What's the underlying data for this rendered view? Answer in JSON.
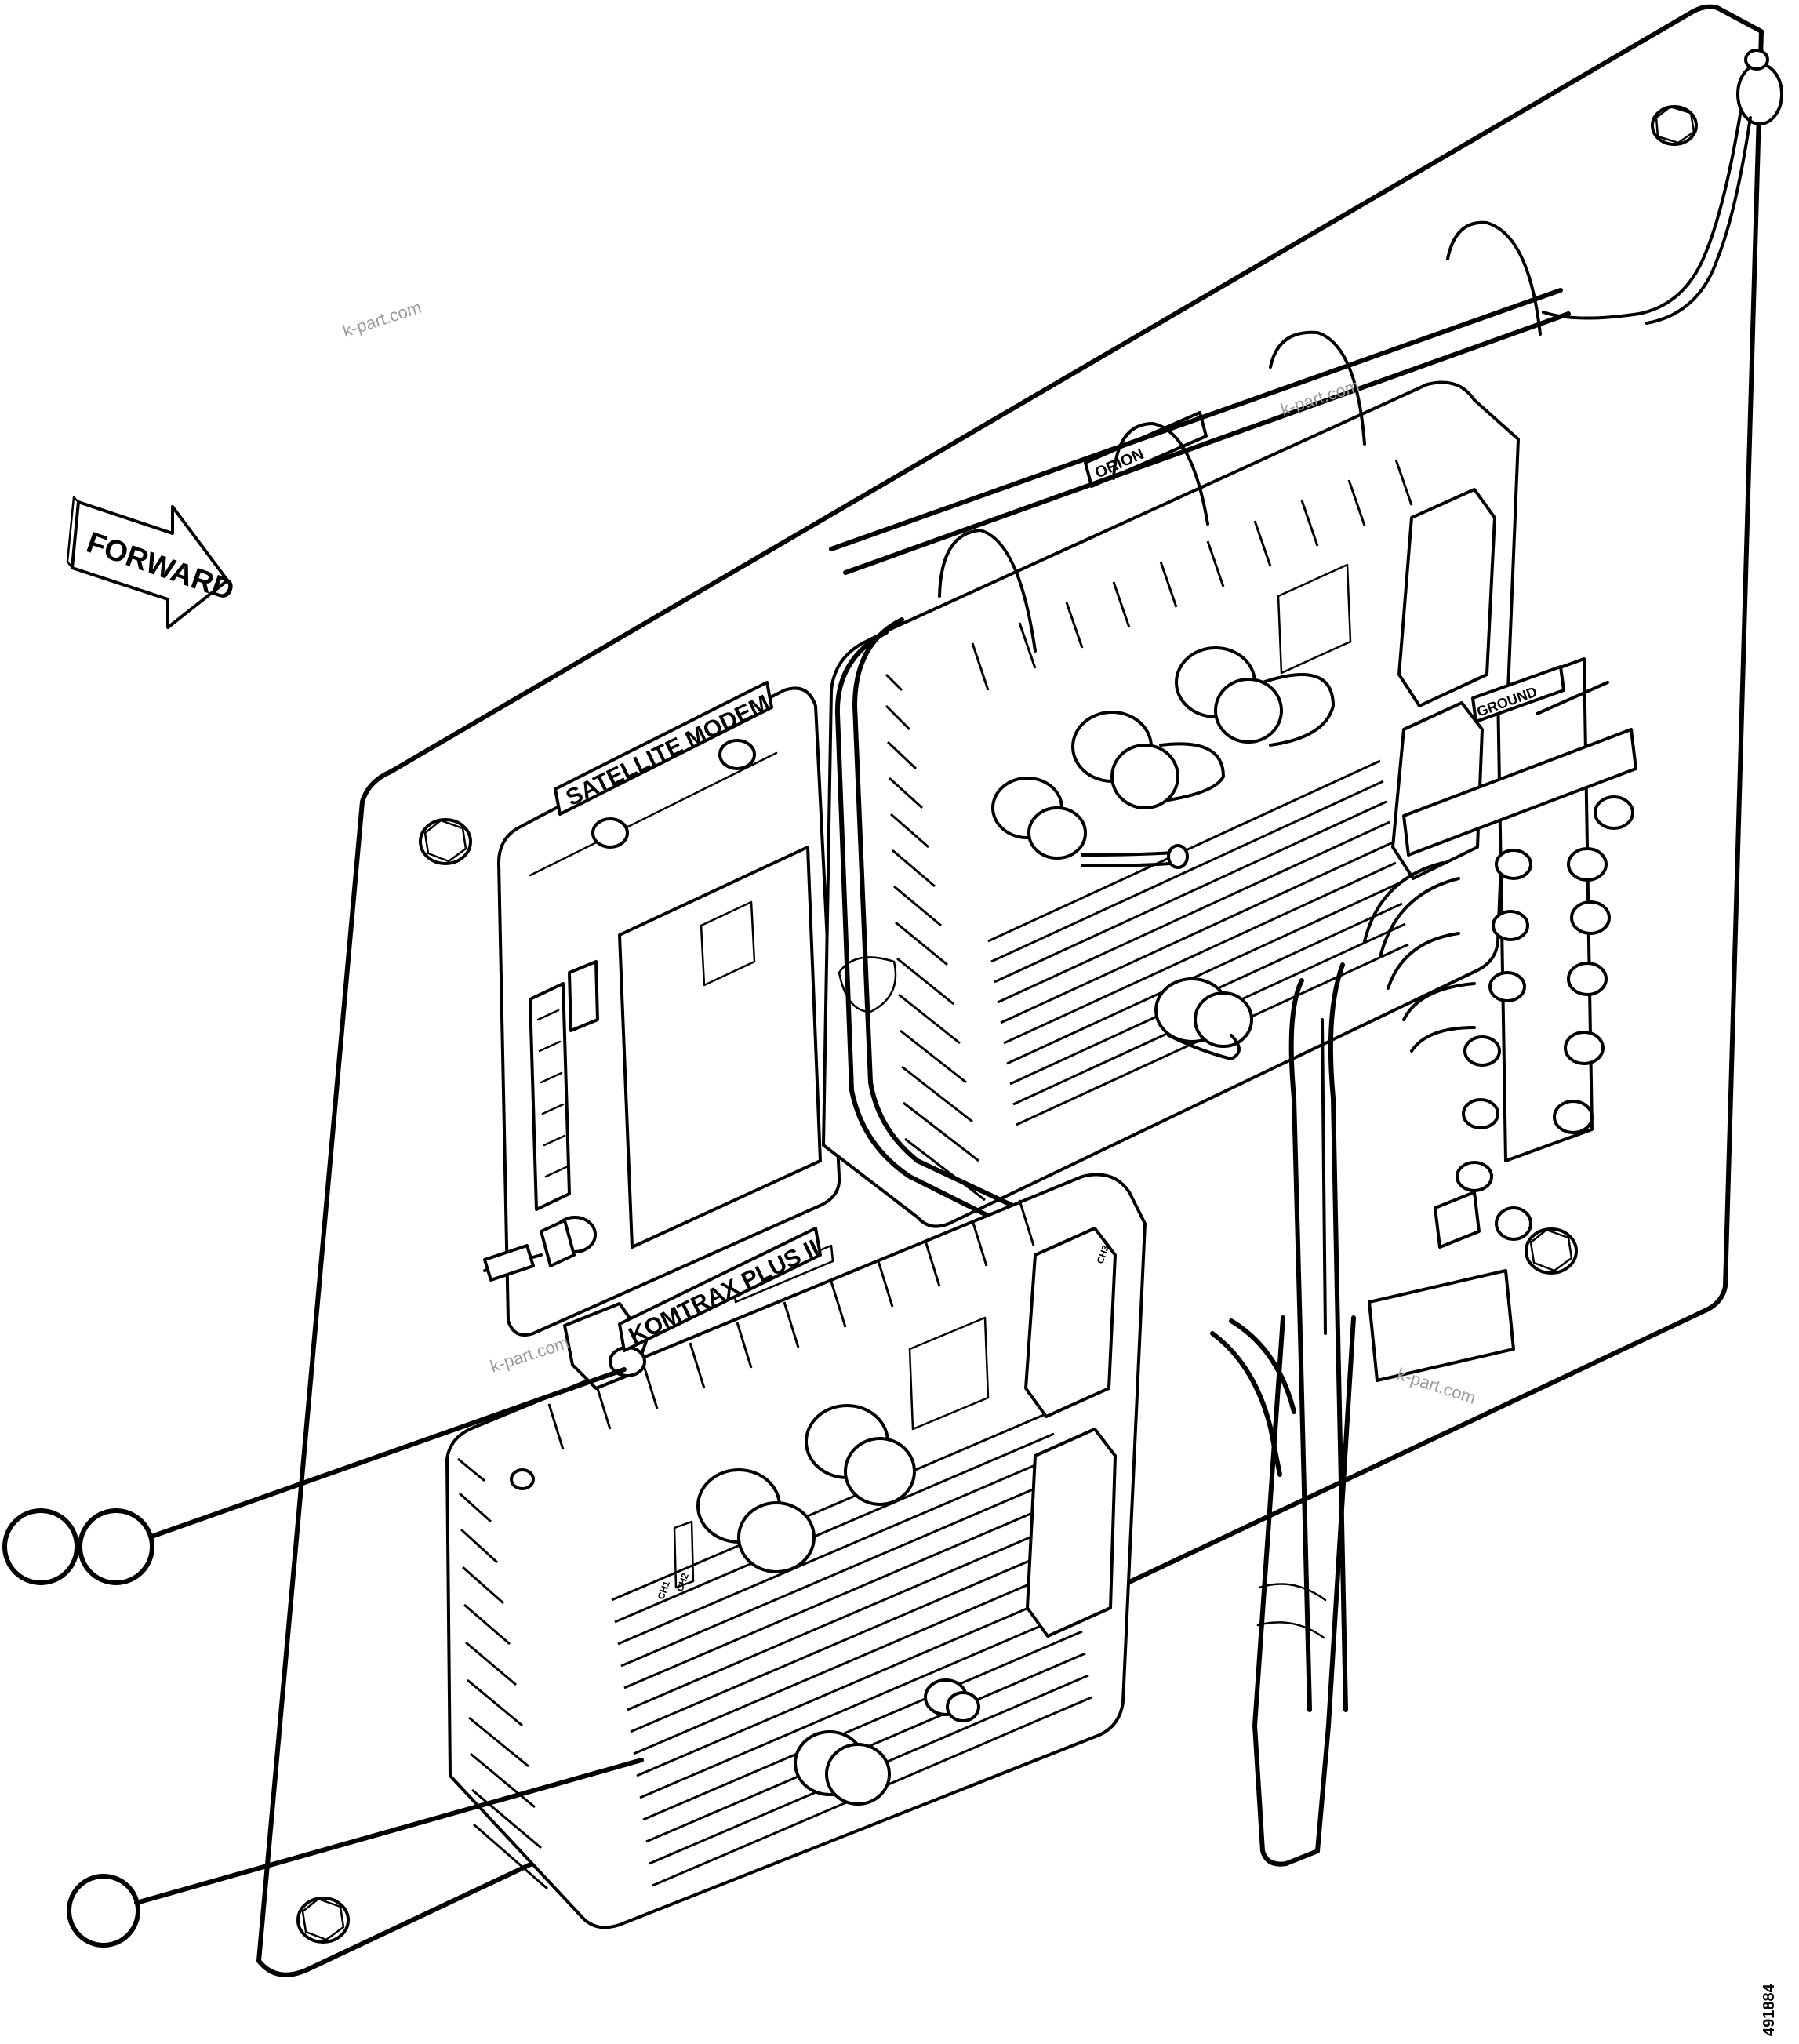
{
  "arrow": {
    "text": "FORWARD"
  },
  "labels": {
    "satellite_modem": "SATELLITE MODEM",
    "komtrax": "KOMTRAX PLUS II",
    "orion": "ORION",
    "ground": "GROUND"
  },
  "watermarks": [
    "k-part.com",
    "k-part.com",
    "k-part.com",
    "k-part.com"
  ],
  "callouts": [
    {
      "id": "callout-1",
      "text": ""
    },
    {
      "id": "callout-2",
      "text": ""
    },
    {
      "id": "callout-3",
      "text": ""
    }
  ],
  "figure_id": "491884",
  "small_marks": [
    "CH1",
    "CH2",
    "CH3"
  ],
  "colors": {
    "line": "#000000",
    "background": "#ffffff",
    "watermark": "#9a9a9a"
  }
}
